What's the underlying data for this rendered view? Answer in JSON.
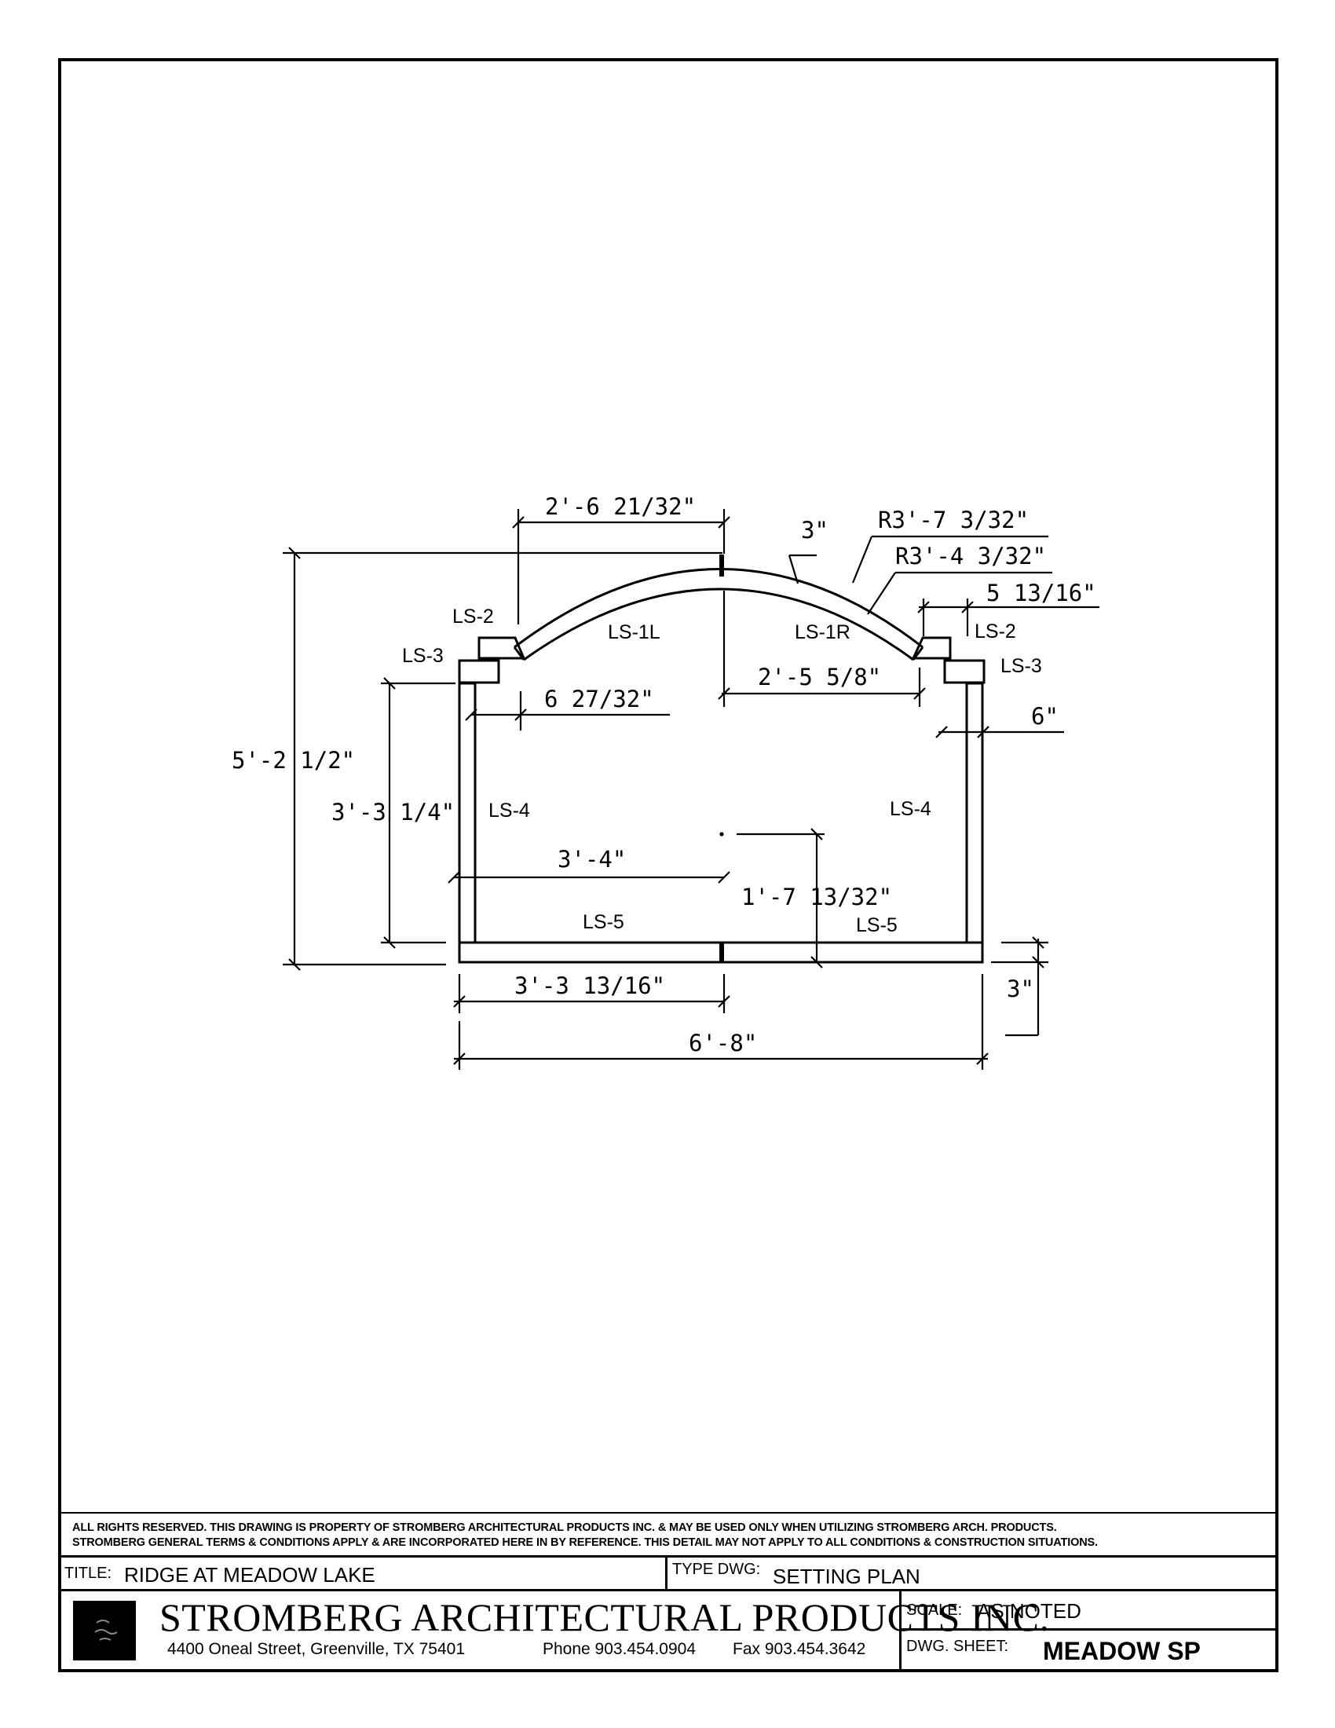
{
  "drawing": {
    "dimensions": {
      "d_arch_left_width": "2'-6 21/32\"",
      "d_thickness_top": "3\"",
      "d_outer_radius": "R3'-7 3/32\"",
      "d_inner_radius": "R3'-4 3/32\"",
      "d_ls2_width": "5 13/16\"",
      "d_arch_right_width": "2'-5 5/8\"",
      "d_ls3_offset": "6 27/32\"",
      "d_ls4_width": "6\"",
      "d_overall_height": "5'-2 1/2\"",
      "d_opening_height": "3'-3 1/4\"",
      "d_half_span": "3'-4\"",
      "d_center_height": "1'-7 13/32\"",
      "d_sill_thickness": "3\"",
      "d_sill_half": "3'-3 13/16\"",
      "d_overall_width": "6'-8\""
    },
    "labels": {
      "ls2_left": "LS-2",
      "ls3_left": "LS-3",
      "ls1l": "LS-1L",
      "ls1r": "LS-1R",
      "ls2_right": "LS-2",
      "ls3_right": "LS-3",
      "ls4_left": "LS-4",
      "ls4_right": "LS-4",
      "ls5_left": "LS-5",
      "ls5_right": "LS-5"
    }
  },
  "title_block": {
    "notes_line1": "ALL RIGHTS RESERVED. THIS DRAWING IS PROPERTY OF STROMBERG ARCHITECTURAL PRODUCTS INC. & MAY BE USED ONLY WHEN UTILIZING STROMBERG ARCH. PRODUCTS.",
    "notes_line2": "STROMBERG GENERAL TERMS & CONDITIONS APPLY & ARE INCORPORATED HERE IN BY REFERENCE. THIS DETAIL MAY NOT APPLY TO ALL CONDITIONS & CONSTRUCTION SITUATIONS.",
    "title_caption": "TITLE:",
    "title_value": "RIDGE AT MEADOW LAKE",
    "type_caption": "TYPE DWG:",
    "type_value": "SETTING PLAN",
    "company": "STROMBERG ARCHITECTURAL PRODUCTS INC.",
    "address": "4400 Oneal Street, Greenville, TX  75401",
    "phone": "Phone 903.454.0904",
    "fax": "Fax 903.454.3642",
    "scale_caption": "SCALE:",
    "scale_value": "AS NOTED",
    "sheet_caption": "DWG. SHEET:",
    "sheet_value": "MEADOW SP"
  }
}
